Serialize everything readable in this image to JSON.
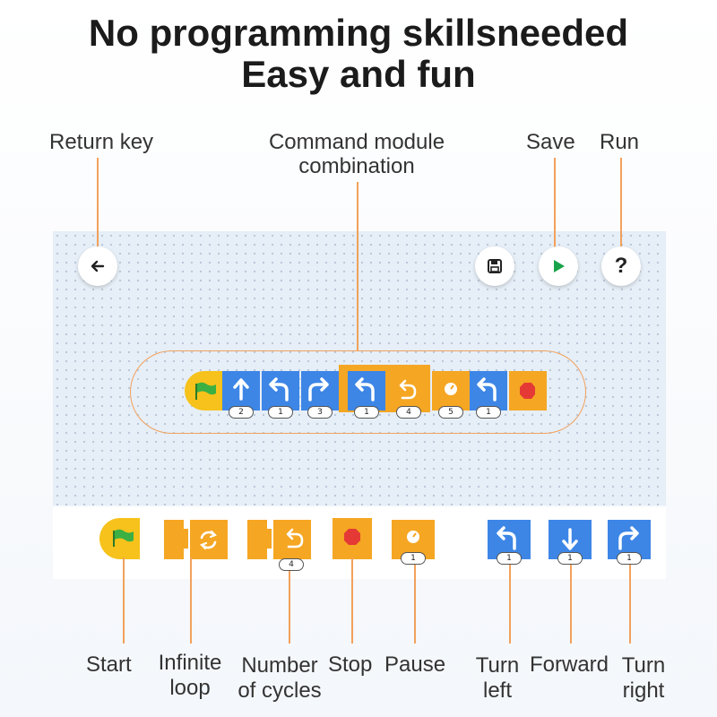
{
  "headline": {
    "line1": "No programming skillsneeded",
    "line2": "Easy and fun"
  },
  "callouts": {
    "return_key": "Return key",
    "command_module_line1": "Command module",
    "command_module_line2": "combination",
    "save": "Save",
    "run": "Run"
  },
  "toolbar": {
    "back_icon": "arrow-left-icon",
    "save_icon": "floppy-disk-icon",
    "run_icon": "play-icon",
    "help_label": "?",
    "run_color": "#1aa34a"
  },
  "program": {
    "badges": [
      "2",
      "1",
      "3",
      "1",
      "4",
      "5",
      "1"
    ]
  },
  "palette": {
    "counts": {
      "cycles": "4",
      "pause": "1",
      "turn_left": "1",
      "forward": "1",
      "turn_right": "1"
    }
  },
  "block_labels": {
    "start": "Start",
    "infinite_loop_1": "Infinite",
    "infinite_loop_2": "loop",
    "cycles_1": "Number",
    "cycles_2": "of cycles",
    "stop": "Stop",
    "pause": "Pause",
    "turn_left_1": "Turn",
    "turn_left_2": "left",
    "forward": "Forward",
    "turn_right_1": "Turn",
    "turn_right_2": "right"
  },
  "colors": {
    "blue_block": "#3d86e6",
    "orange_block": "#f5a623",
    "start_block": "#f6c21b",
    "stop_red": "#e53935",
    "callout_line": "#f2a15c"
  }
}
